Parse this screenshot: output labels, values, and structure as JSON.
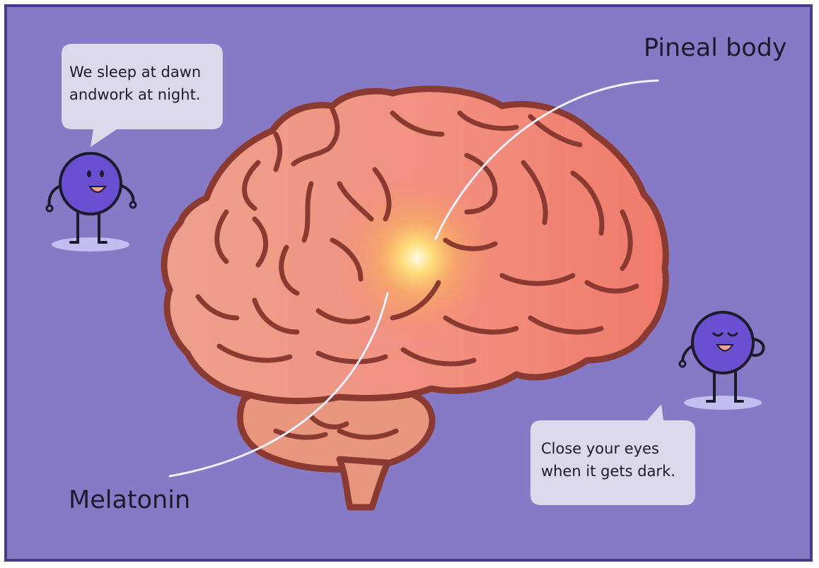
{
  "labels": {
    "pineal": "Pineal body",
    "melatonin": "Melatonin"
  },
  "bubbles": {
    "left": {
      "line1": "We sleep at dawn",
      "line2": "andwork at night."
    },
    "right": {
      "line1": "Close your eyes",
      "line2": "when it gets dark."
    }
  },
  "colors": {
    "background": "#8679c6",
    "frame": "#4a3a8a",
    "brain_fill": "#ec9a86",
    "brain_outline": "#8a3a30",
    "glow": "#ffe27a",
    "character": "#6a4fd0",
    "bubble": "#dcd9ec"
  },
  "icons": [
    "brain-illustration",
    "glow-highlight",
    "character-left",
    "character-right"
  ]
}
